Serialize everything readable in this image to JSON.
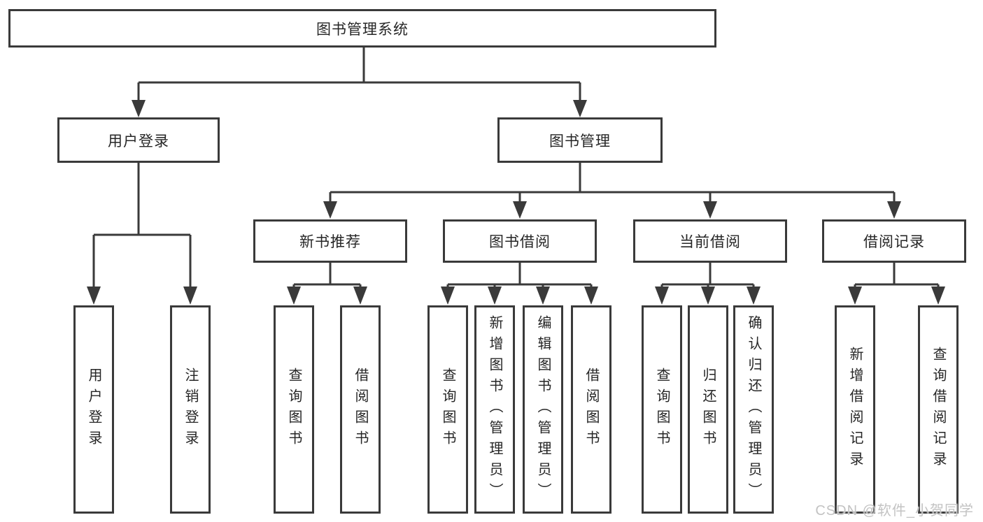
{
  "tree": {
    "label": "图书管理系统",
    "children": [
      {
        "label": "用户登录",
        "children": [
          {
            "label": "用户登录"
          },
          {
            "label": "注销登录"
          }
        ]
      },
      {
        "label": "图书管理",
        "children": [
          {
            "label": "新书推荐",
            "children": [
              {
                "label": "查询图书"
              },
              {
                "label": "借阅图书"
              }
            ]
          },
          {
            "label": "图书借阅",
            "children": [
              {
                "label": "查询图书"
              },
              {
                "label": "新增图书（管理员）"
              },
              {
                "label": "编辑图书（管理员）"
              },
              {
                "label": "借阅图书"
              }
            ]
          },
          {
            "label": "当前借阅",
            "children": [
              {
                "label": "查询图书"
              },
              {
                "label": "归还图书"
              },
              {
                "label": "确认归还（管理员）"
              }
            ]
          },
          {
            "label": "借阅记录",
            "children": [
              {
                "label": "新增借阅记录"
              },
              {
                "label": "查询借阅记录"
              }
            ]
          }
        ]
      }
    ]
  },
  "watermark": "CSDN @软件_小贺同学",
  "colors": {
    "line": "#3a3a3a",
    "text": "#262626",
    "background": "#ffffff",
    "watermark": "#c3c3c3"
  }
}
